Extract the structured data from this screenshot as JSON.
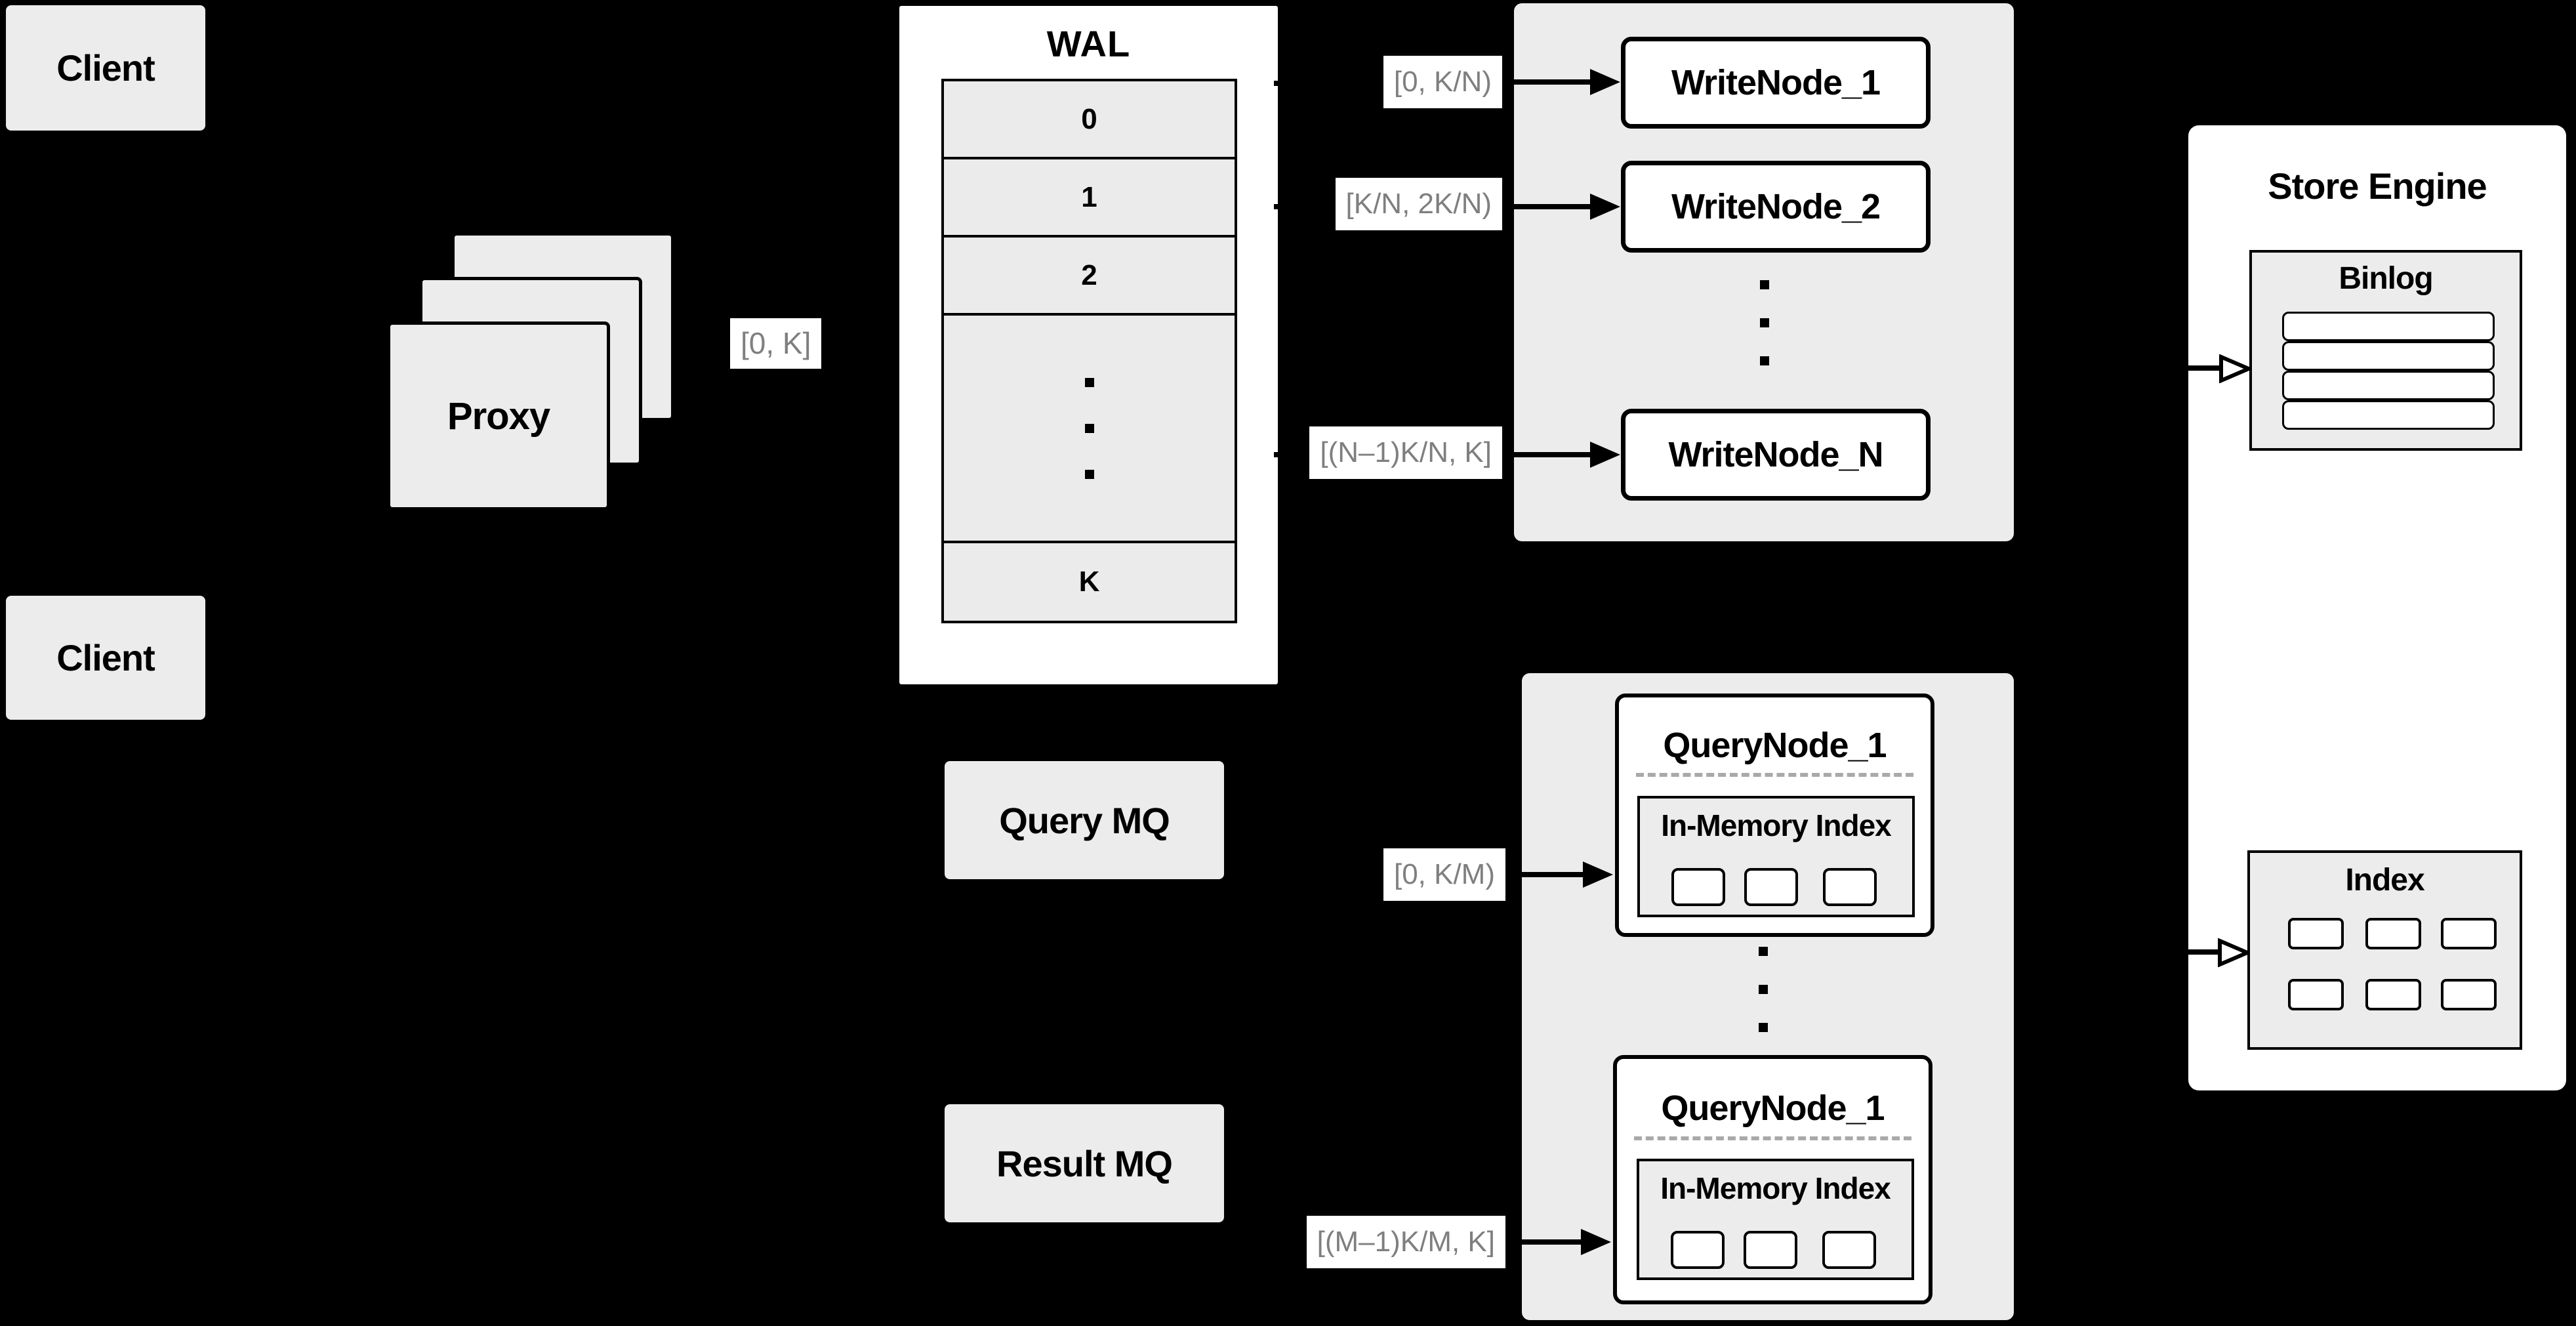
{
  "colors": {
    "background": "#000000",
    "panel_fill": "#ececec",
    "row_fill": "#ebebeb",
    "node_fill": "#ffffff",
    "stroke": "#000000",
    "range_label_text": "#7f7f7f",
    "dashed_divider": "#a9a9a9"
  },
  "clients": {
    "top_label": "Client",
    "bottom_label": "Client"
  },
  "proxy": {
    "label": "Proxy"
  },
  "wal": {
    "title": "WAL",
    "rows": [
      "0",
      "1",
      "2",
      "K"
    ]
  },
  "write_panel": {
    "node1": "WriteNode_1",
    "node2": "WriteNode_2",
    "nodeN": "WriteNode_N"
  },
  "mq": {
    "query": "Query MQ",
    "result": "Result MQ"
  },
  "query_panel": {
    "node1": {
      "title": "QueryNode_1",
      "inner_title": "In-Memory Index"
    },
    "node2": {
      "title": "QueryNode_1",
      "inner_title": "In-Memory Index"
    }
  },
  "store_engine": {
    "title": "Store Engine",
    "binlog_title": "Binlog",
    "index_title": "Index"
  },
  "range_labels": {
    "proxy_to_wal": "[0, K]",
    "wal_to_write1": "[0, K/N)",
    "wal_to_write2": "[K/N, 2K/N)",
    "wal_to_writeN": "[(N–1)K/N, K]",
    "querymq_to_node1": "[0, K/M)",
    "resultmq_to_nodeM": "[(M–1)K/M, K]"
  }
}
